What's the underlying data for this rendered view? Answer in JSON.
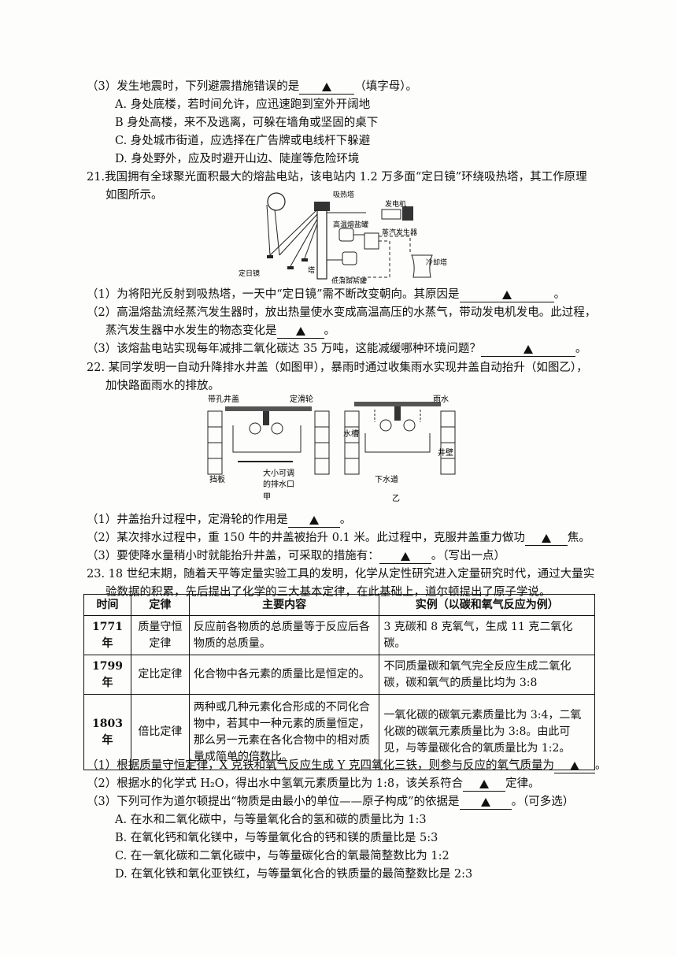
{
  "q20": {
    "stem": "（3）发生地震时，下列避震措施错误的是",
    "stem_tail": "（填字母）。",
    "options": [
      "A. 身处底楼，若时间允许，应迅速跑到室外开阔地",
      "B  身处高楼，来不及逃离，可躲在墙角或坚固的桌下",
      "C. 身处城市街道，应选择在广告牌或电线杆下躲避",
      "D. 身处野外，应及时避开山边、陡崖等危险环境"
    ]
  },
  "q21": {
    "stem1": "21.我国拥有全球聚光面积最大的熔盐电站，该电站内 1.2 万多面“定日镜”环绕吸热塔，其工作原理",
    "stem2": "如图所示。",
    "figure": {
      "absorber": "吸热塔",
      "hot_salt": "高温熔盐罐",
      "generator": "发电机",
      "steam": "蒸汽发生器",
      "cooling": "冷却塔",
      "tower": "塔",
      "heliostat": "定日镜",
      "cold_salt": "低温熔盐罐"
    },
    "p1": "（1）为将阳光反射到吸热塔，一天中“定日镜”需不断改变朝向。其原因是",
    "p2a": "（2）高温熔盐流经蒸汽发生器时，放出热量使水变成高温高压的水蒸气，带动发电机发电。此过程，",
    "p2b": "蒸汽发生器中水发生的物态变化是",
    "p3": "（3）该熔盐电站实现每年减排二氧化碳达 35 万吨，这能减缓哪种环境问题？"
  },
  "q22": {
    "stem1": "22. 某同学发明一自动升降排水井盖（如图甲），暴雨时通过收集雨水实现井盖自动抬升（如图乙），",
    "stem2": "加快路面雨水的排放。",
    "figure": {
      "cover": "带孔井盖",
      "pulley": "定滑轮",
      "baffle": "挡板",
      "outlet1": "大小可调",
      "outlet2": "的排水口",
      "jia": "甲",
      "rain": "雨水",
      "tank": "水槽",
      "wall": "井壁",
      "sewer": "下水道",
      "yi": "乙"
    },
    "p1": "（1）井盖抬升过程中，定滑轮的作用是",
    "p2": "（2）某次排水过程中，重 150 牛的井盖被抬升 0.1 米。此过程中，克服井盖重力做功",
    "p2_unit": "焦。",
    "p3": "（3）要使降水量稍小时就能抬升井盖，可采取的措施有：",
    "p3_tail": "。（写出一点）"
  },
  "q23": {
    "stem1": "23. 18 世纪末期，随着天平等定量实验工具的发明，化学从定性研究进入定量研究时代，通过大量实",
    "stem2": "验数据的积累，先后提出了化学的三大基本定律，在此基础上，道尔顿提出了原子学说。",
    "table": {
      "headers": [
        "时间",
        "定律",
        "主要内容",
        "实例（以碳和氧气反应为例）"
      ],
      "rows": [
        {
          "year": "1771 年",
          "law": "质量守恒定律",
          "content": "反应前各物质的总质量等于反应后各物质的总质量。",
          "example": "3 克碳和 8 克氧气，生成 11 克二氧化碳。"
        },
        {
          "year": "1799 年",
          "law": "定比定律",
          "content": "化合物中各元素的质量比是恒定的。",
          "example": "不同质量碳和氧气完全反应生成二氧化碳，碳和氧气的质量比均为 3:8"
        },
        {
          "year": "1803 年",
          "law": "倍比定律",
          "content": "两种或几种元素化合形成的不同化合物中，若其中一种元素的质量恒定，那么另一元素在各化合物中的相对质量成简单的倍数比。",
          "example": "一氧化碳的碳氧元素质量比为 3:4，二氧化碳的碳氧元素质量比为 3:8。由此可见，与等量碳化合的氧质量比为 1:2。"
        }
      ]
    },
    "p1": "（1）根据质量守恒定律，X 克铁和氧气反应生成 Y 克四氧化三铁，则参与反应的氧气质量为",
    "p2": "（2）根据水的化学式 H₂O，得出水中氢氧元素质量比为 1:8，该关系符合",
    "p2_tail": "定律。",
    "p3": "（3）下列可作为道尔顿提出“物质是由最小的单位——原子构成”的依据是",
    "p3_tail": "。（可多选）",
    "options": [
      "A. 在水和二氧化碳中，与等量氧化合的氢和碳的质量比为 1:3",
      "B. 在氧化钙和氧化镁中，与等量氧化合的钙和镁的质量比是 5:3",
      "C. 在一氧化碳和二氧化碳中，与等量碳化合的氧最简整数比为 1:2",
      "D. 在氧化铁和氧化亚铁红，与等量氧化合的铁质量的最简整数比是 2:3"
    ]
  }
}
